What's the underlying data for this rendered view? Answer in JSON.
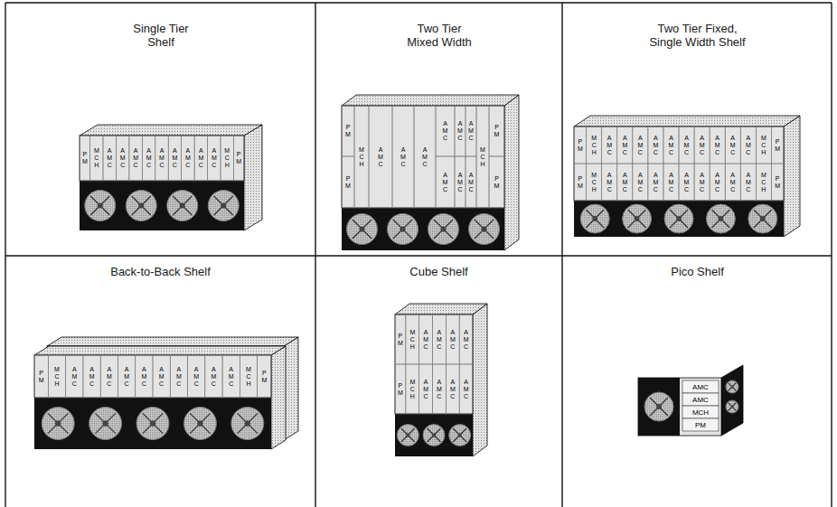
{
  "diagram": {
    "nodes": [
      {
        "text": [
          "Single Tier Shelf"
        ]
      },
      {
        "text": [
          "Two Tier Mixed Width"
        ]
      },
      {
        "text": [
          "Two Tier Fixed, Single Width Shelf"
        ]
      },
      {
        "text": [
          "Back-to-Back Shelf"
        ]
      },
      {
        "text": [
          "Cube Shelf"
        ]
      },
      {
        "text": [
          "Pico Shelf"
        ]
      }
    ],
    "labels": [
      "PM",
      "MCH",
      "AMC",
      "AMC",
      "AMC",
      "AMC",
      "AMC",
      "AMC",
      "AMC",
      "AMC",
      "AMC",
      "MCH",
      "PM",
      "PM",
      "MCH",
      "AMC",
      "AMC",
      "AMC",
      "AMC",
      "AMC",
      "AMC",
      "MCH",
      "PM",
      "PM",
      "AMC",
      "AMC",
      "AMC",
      "PM",
      "PM",
      "MCH",
      "AMC",
      "AMC",
      "AMC",
      "AMC",
      "AMC",
      "AMC",
      "AMC",
      "AMC",
      "AMC",
      "AMC",
      "MCH",
      "PM",
      "PM",
      "MCH",
      "AMC",
      "AMC",
      "AMC",
      "AMC",
      "AMC",
      "AMC",
      "AMC",
      "AMC",
      "AMC",
      "AMC",
      "MCH",
      "PM",
      "PM",
      "MCH",
      "AMC",
      "AMC",
      "AMC",
      "AMC",
      "AMC",
      "AMC",
      "AMC",
      "AMC",
      "AMC",
      "AMC",
      "MCH",
      "PM",
      "PM",
      "MCH",
      "AMC",
      "AMC",
      "AMC",
      "AMC",
      "PM",
      "MCH",
      "AMC",
      "AMC",
      "AMC",
      "AMC",
      "AMC",
      "AMC",
      "MCH",
      "PM"
    ]
  }
}
